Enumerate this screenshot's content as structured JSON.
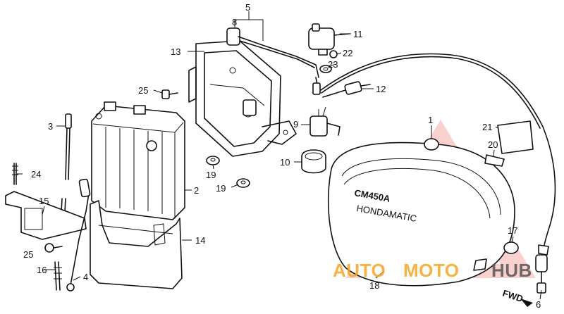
{
  "labels": {
    "p1": "1",
    "p2": "2",
    "p3": "3",
    "p4": "4",
    "p5": "5",
    "p6": "6",
    "p8": "8",
    "p9": "9",
    "p10": "10",
    "p11": "11",
    "p12": "12",
    "p13": "13",
    "p14": "14",
    "p15": "15",
    "p16": "16",
    "p17": "17",
    "p18": "18",
    "p19a": "19",
    "p19b": "19",
    "p20": "20",
    "p21": "21",
    "p22": "22",
    "p23": "23",
    "p24": "24",
    "p25a": "25",
    "p25b": "25"
  },
  "fwd": "FWD",
  "cover_badge": "CM450A",
  "cover_sub": "HONDAMATIC",
  "watermark": {
    "text_left": "AUTO",
    "text_mid": "MOTO",
    "text_right": "HUB",
    "color_primary": "#f5a623",
    "color_triangle": "#e74c3c"
  }
}
